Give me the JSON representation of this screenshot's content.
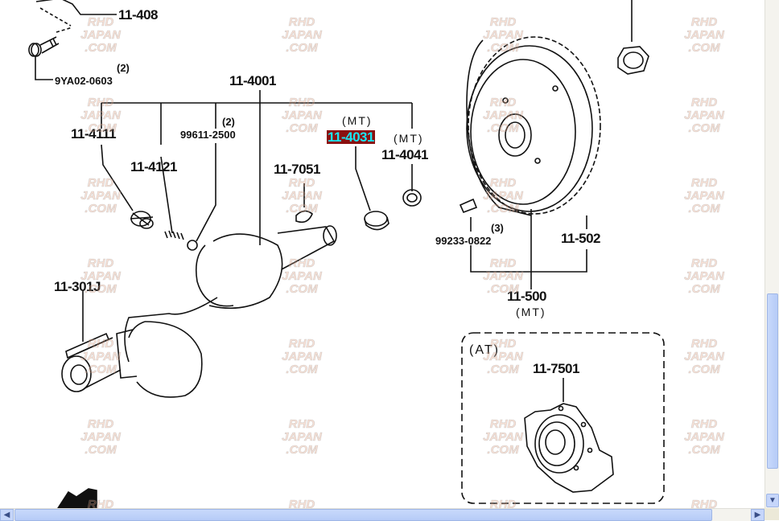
{
  "diagram": {
    "labels": {
      "p11_408": "11-408",
      "qty_9ya02": "(2)",
      "p9ya02_0603": "9YA02-0603",
      "p11_4001": "11-4001",
      "qty_99611": "(2)",
      "p99611_2500": "99611-2500",
      "mt_4031": "(MT)",
      "p11_4031": "11-4031",
      "mt_4041": "(MT)",
      "p11_4041": "11-4041",
      "p11_4111": "11-4111",
      "p11_4121": "11-4121",
      "p11_7051": "11-7051",
      "p11_301j": "11-301J",
      "qty_99233": "(3)",
      "p99233_0822": "99233-0822",
      "p11_502": "11-502",
      "p11_500": "11-500",
      "mt_500": "(MT)",
      "at_group": "(AT)",
      "p11_7501": "11-7501"
    },
    "highlighted_part": "11-4031",
    "highlight_bg": "#8a1010",
    "highlight_fg": "#19e6f2"
  },
  "watermark": {
    "line1": "RHD",
    "line2": "JAPAN",
    "line3": ".COM"
  },
  "scrollbars": {
    "vertical_position_pct": 58,
    "horizontal_position_pct": 0,
    "up_icon": "chevron-down-icon",
    "left_icon": "chevron-left-icon",
    "right_icon": "chevron-right-icon"
  }
}
